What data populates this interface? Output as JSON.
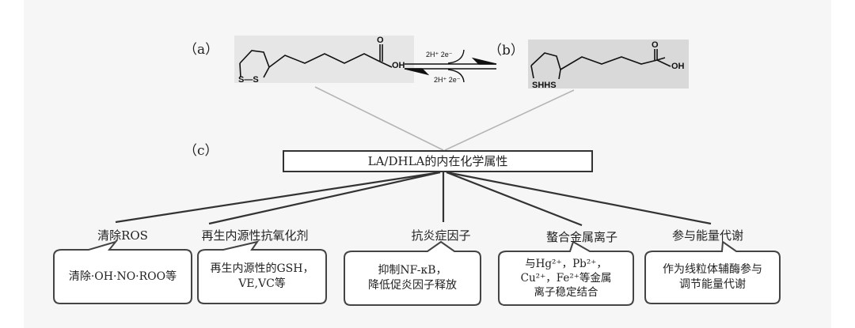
{
  "panel_labels": {
    "a": "（a）",
    "b": "（b）",
    "c": "（c）"
  },
  "molecule_a": {
    "ring_label": "S—S",
    "acid_O": "O",
    "acid_OH": "OH",
    "name": "lipoic-acid"
  },
  "molecule_b": {
    "ring_label": "SHHS",
    "acid_O": "O",
    "acid_OH": "OH",
    "name": "dihydrolipoic-acid"
  },
  "reaction": {
    "forward": "2H⁺ 2e⁻",
    "reverse": "2H⁺ 2e⁻"
  },
  "main_box": "LA/DHLA的内在化学属性",
  "categories": [
    {
      "title": "清除ROS",
      "lines": [
        "清除·OH·NO·ROO等"
      ]
    },
    {
      "title": "再生内源性抗氧化剂",
      "lines": [
        "再生内源性的GSH，",
        "VE,VC等"
      ]
    },
    {
      "title": "抗炎症因子",
      "lines": [
        "抑制NF-κB，",
        "降低促炎因子释放"
      ]
    },
    {
      "title": "螯合金属离子",
      "lines": [
        "与Hg²⁺，Pb²⁺，",
        "Cu²⁺，Fe²⁺等金属",
        "离子稳定结合"
      ]
    },
    {
      "title": "参与能量代谢",
      "lines": [
        "作为线粒体辅酶参与",
        "调节能量代谢"
      ]
    }
  ]
}
